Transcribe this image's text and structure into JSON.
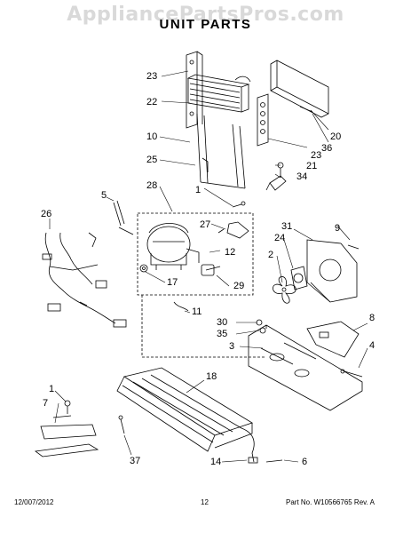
{
  "watermark": "AppliancePartsPros.com",
  "title": "UNIT PARTS",
  "callouts": {
    "c23a": "23",
    "c22": "22",
    "c10": "10",
    "c25": "25",
    "c28": "28",
    "c1a": "1",
    "c5": "5",
    "c26": "26",
    "c27": "27",
    "c12": "12",
    "c17": "17",
    "c29": "29",
    "c11": "11",
    "c20": "20",
    "c36": "36",
    "c23b": "23",
    "c21": "21",
    "c34": "34",
    "c31": "31",
    "c9": "9",
    "c24": "24",
    "c2": "2",
    "c30": "30",
    "c35": "35",
    "c3": "3",
    "c8": "8",
    "c4": "4",
    "c18": "18",
    "c1b": "1",
    "c7": "7",
    "c37": "37",
    "c14": "14",
    "c6": "6"
  },
  "footer": {
    "date": "12/007/2012",
    "page": "12",
    "part": "Part No.  W10566765  Rev. A"
  }
}
